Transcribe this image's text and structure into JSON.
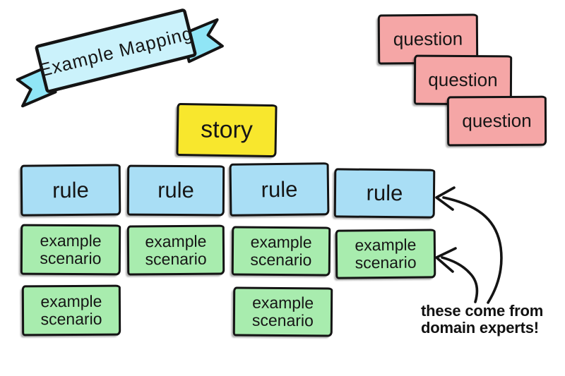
{
  "banner": {
    "label": "Example Mapping"
  },
  "cards": {
    "questions": [
      {
        "label": "question"
      },
      {
        "label": "question"
      },
      {
        "label": "question"
      }
    ],
    "story": {
      "label": "story"
    },
    "rules": [
      {
        "label": "rule"
      },
      {
        "label": "rule"
      },
      {
        "label": "rule"
      },
      {
        "label": "rule"
      }
    ],
    "examples": [
      {
        "label": "example scenario"
      },
      {
        "label": "example scenario"
      },
      {
        "label": "example scenario"
      },
      {
        "label": "example scenario"
      },
      {
        "label": "example scenario"
      },
      {
        "label": "example scenario"
      }
    ]
  },
  "annotation": {
    "line1": "these come from",
    "line2": "domain experts!"
  },
  "icons": {
    "arrow_to_rules": "curved-left-arrow",
    "arrow_to_examples": "curved-left-arrow"
  },
  "colors": {
    "question_card": "#f5a6a6",
    "story_card": "#f8e72d",
    "rule_card": "#a9def5",
    "example_card": "#a8ecae",
    "banner_band": "#cbf2fb",
    "banner_tail": "#90e5f6",
    "outline": "#141414",
    "text": "#161616",
    "background": "#ffffff"
  }
}
